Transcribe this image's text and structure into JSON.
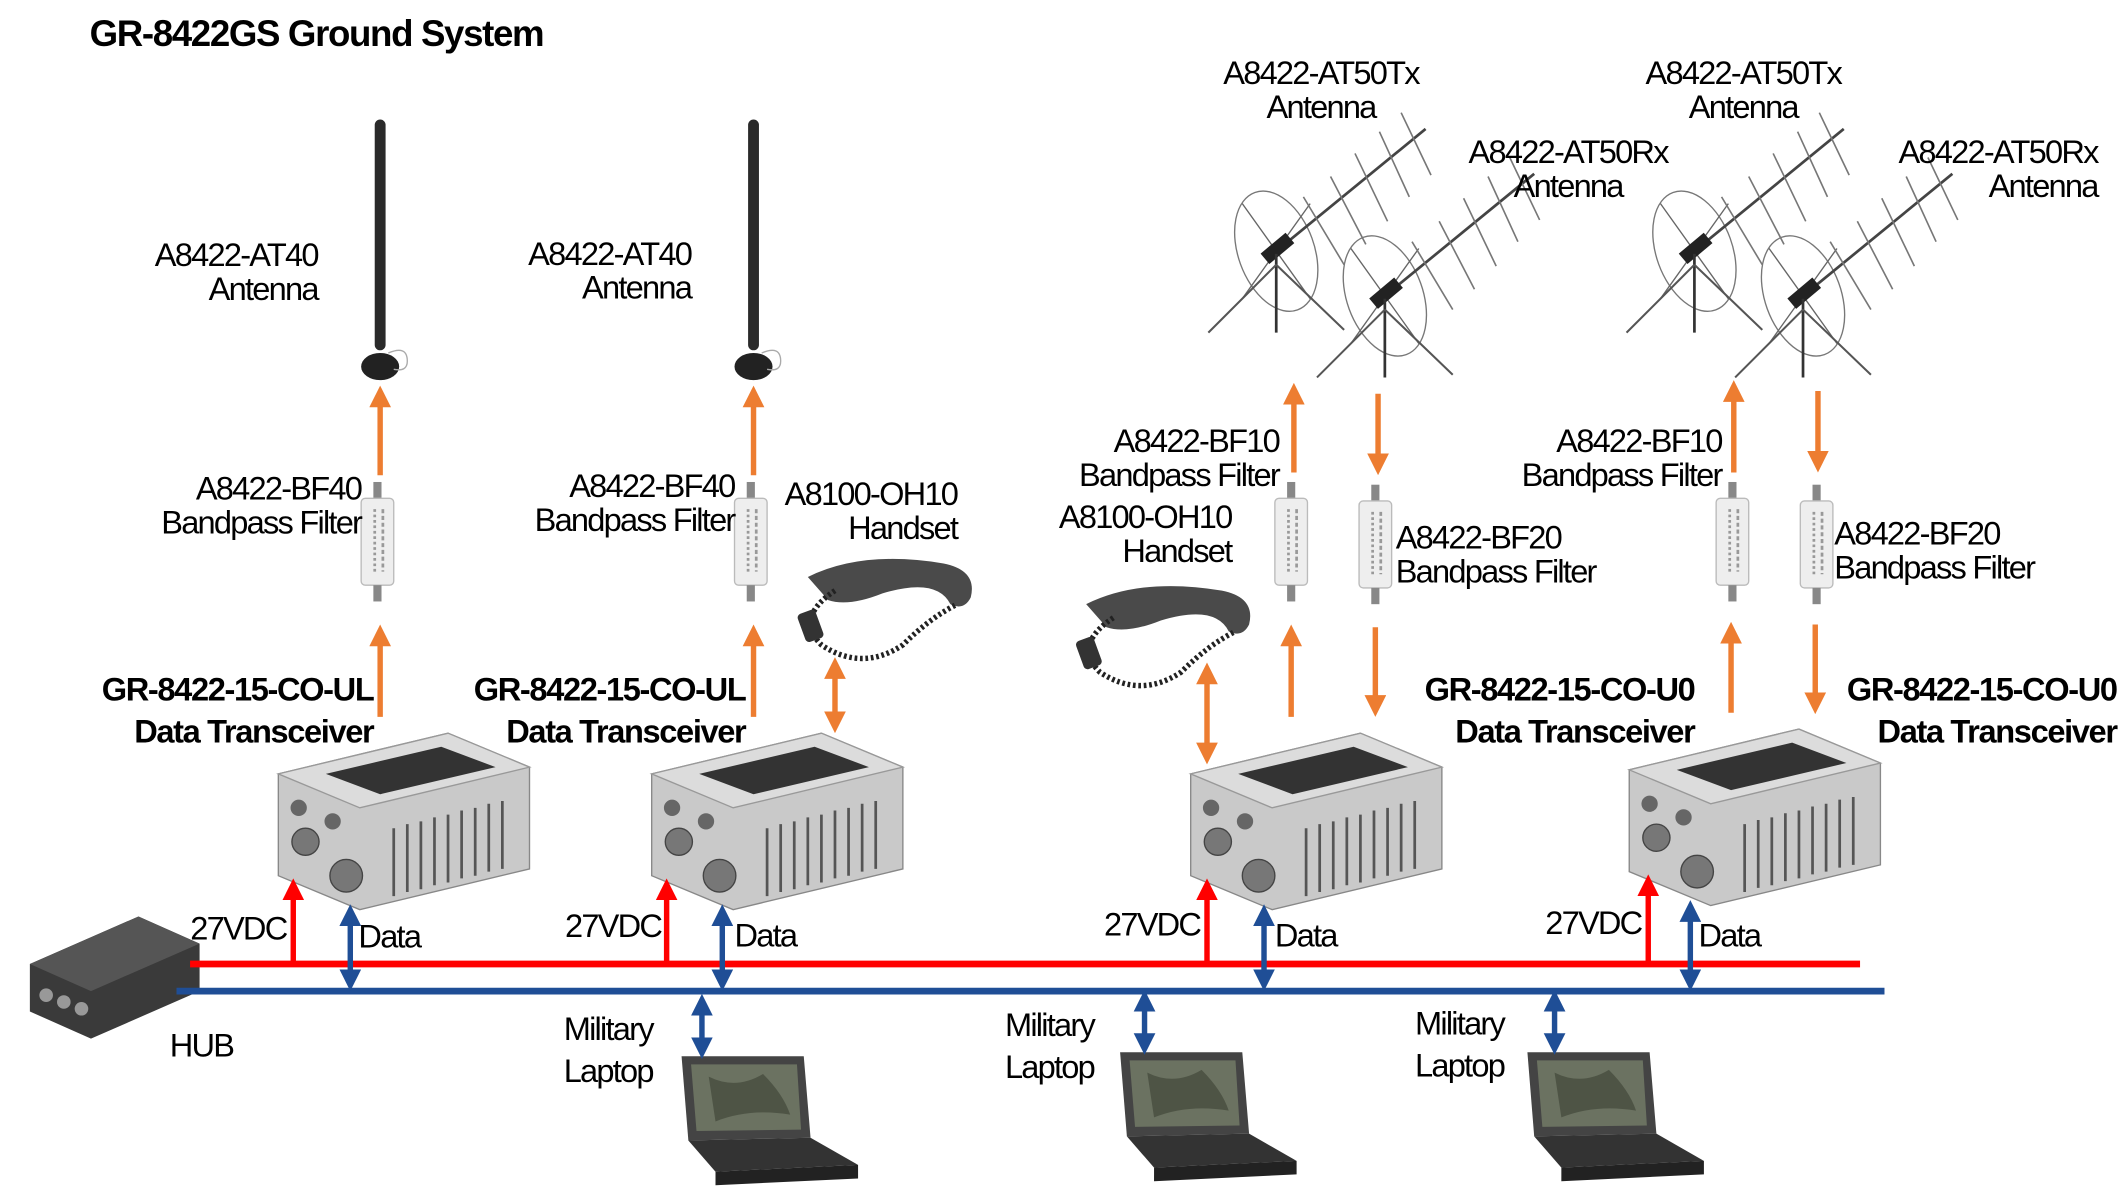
{
  "title": "GR-8422GS Ground System",
  "antennas": [
    {
      "model": "A8422-AT40",
      "label": "Antenna"
    },
    {
      "model": "A8422-AT40",
      "label": "Antenna"
    },
    {
      "model": "A8422-AT50Tx",
      "label": "Antenna"
    },
    {
      "model": "A8422-AT50Rx",
      "label": "Antenna"
    },
    {
      "model": "A8422-AT50Tx",
      "label": "Antenna"
    },
    {
      "model": "A8422-AT50Rx",
      "label": "Antenna"
    }
  ],
  "filters": [
    {
      "model": "A8422-BF40",
      "label": "Bandpass Filter"
    },
    {
      "model": "A8422-BF40",
      "label": "Bandpass Filter"
    },
    {
      "model": "A8422-BF10",
      "label": "Bandpass Filter"
    },
    {
      "model": "A8422-BF20",
      "label": "Bandpass Filter"
    },
    {
      "model": "A8422-BF10",
      "label": "Bandpass Filter"
    },
    {
      "model": "A8422-BF20",
      "label": "Bandpass Filter"
    }
  ],
  "handsets": [
    {
      "model": "A8100-OH10",
      "label": "Handset"
    },
    {
      "model": "A8100-OH10",
      "label": "Handset"
    }
  ],
  "transceivers": [
    {
      "model": "GR-8422-15-CO-UL",
      "label": "Data Transceiver"
    },
    {
      "model": "GR-8422-15-CO-UL",
      "label": "Data Transceiver"
    },
    {
      "model": "GR-8422-15-CO-U0",
      "label": "Data Transceiver"
    },
    {
      "model": "GR-8422-15-CO-U0",
      "label": "Data Transceiver"
    }
  ],
  "power_label": "27VDC",
  "data_label": "Data",
  "hub_label": "HUB",
  "laptops": [
    {
      "line1": "Military",
      "line2": "Laptop"
    },
    {
      "line1": "Military",
      "line2": "Laptop"
    },
    {
      "line1": "Military",
      "line2": "Laptop"
    }
  ],
  "colors": {
    "rf": "#ED7D31",
    "power": "#FF0000",
    "data": "#1F4E96"
  }
}
